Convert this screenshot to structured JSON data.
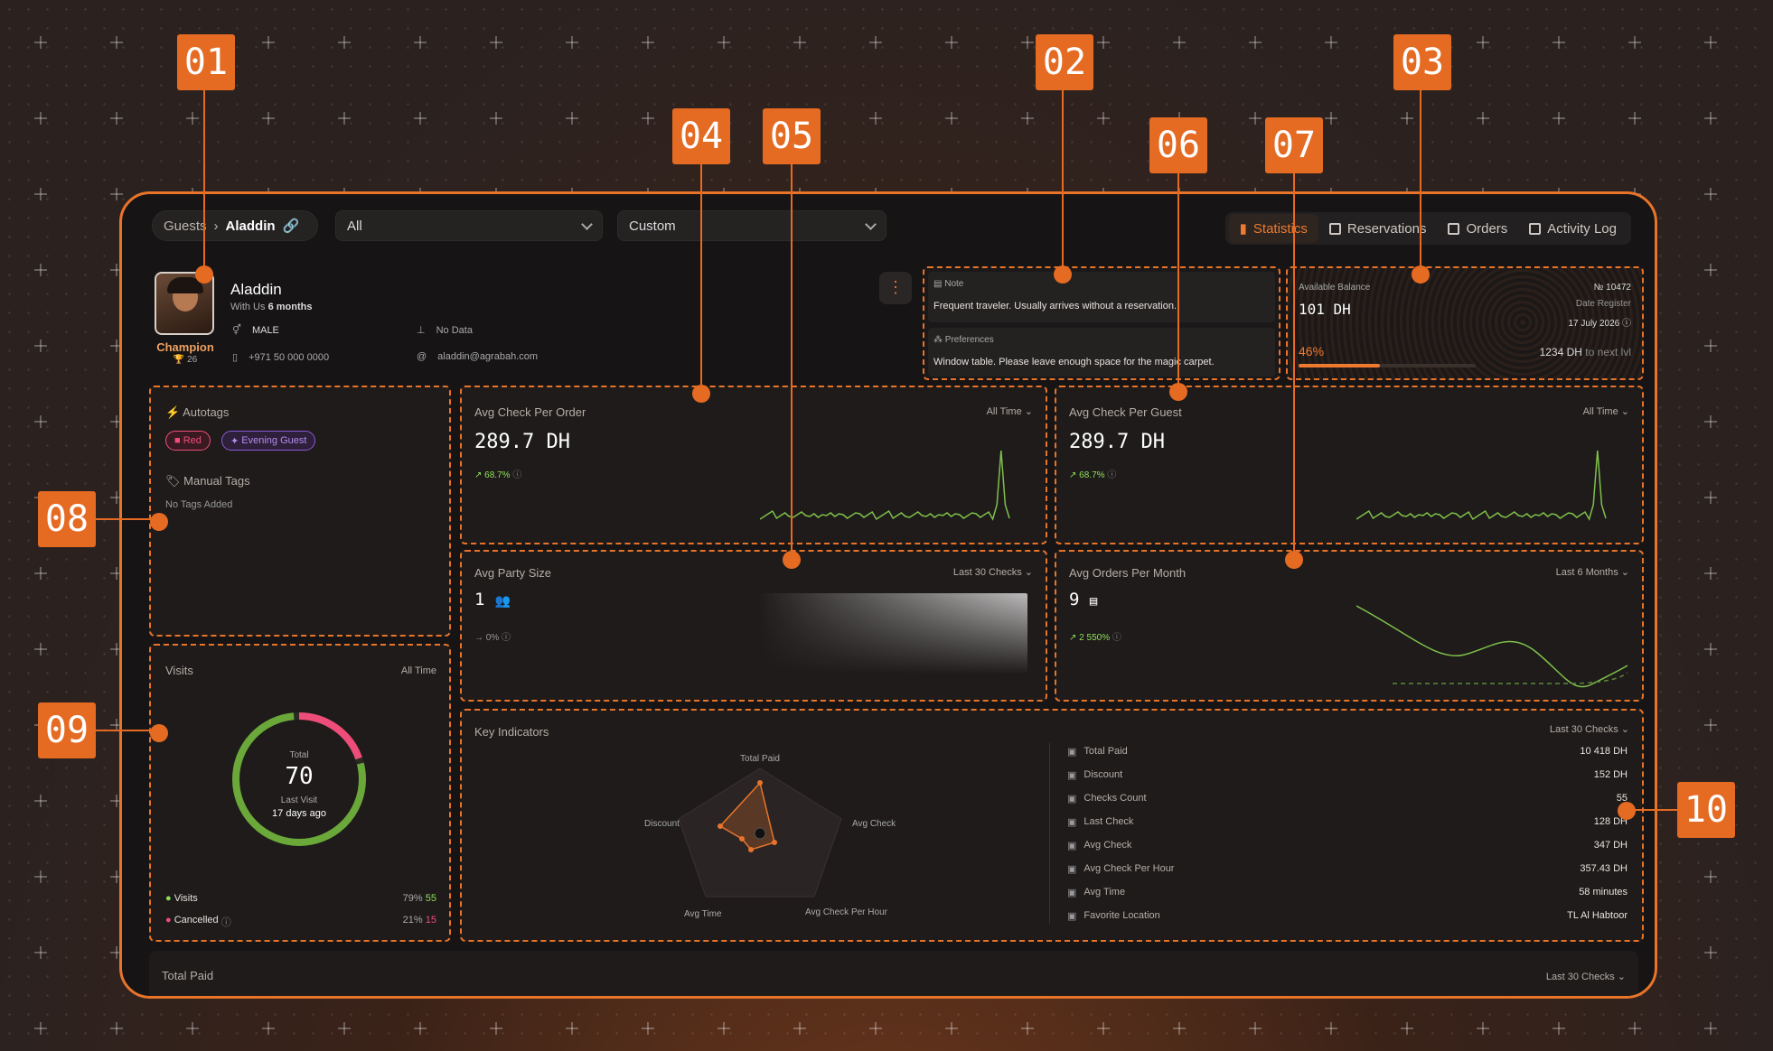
{
  "annotations": [
    "01",
    "02",
    "03",
    "04",
    "05",
    "06",
    "07",
    "08",
    "09",
    "10"
  ],
  "breadcrumb": {
    "root": "Guests",
    "current": "Aladdin"
  },
  "filters": {
    "segment": "All",
    "period": "Custom"
  },
  "tabs": [
    {
      "label": "Statistics",
      "active": true
    },
    {
      "label": "Reservations"
    },
    {
      "label": "Orders"
    },
    {
      "label": "Activity Log"
    }
  ],
  "guest": {
    "name": "Aladdin",
    "since_prefix": "With Us",
    "since_value": "6 months",
    "tier": "Champion",
    "tier_points": "26",
    "gender": "MALE",
    "phone": "+971 50 000 0000",
    "company": "No Data",
    "email": "aladdin@agrabah.com"
  },
  "note": {
    "label": "Note",
    "text": "Frequent traveler. Usually arrives without a reservation."
  },
  "preferences": {
    "label": "Preferences",
    "text": "Window table. Please leave enough space for the magic carpet."
  },
  "balance": {
    "label": "Available Balance",
    "value": "101 DH",
    "number": "№ 10472",
    "date_label": "Date Register",
    "date": "17 July 2026",
    "progress_label": "46%",
    "progress": 0.46,
    "next": "1234 DH",
    "next_suffix": "to next lvl"
  },
  "autotags": {
    "title": "Autotags",
    "tags": [
      "Red",
      "Evening Guest"
    ],
    "manual_title": "Manual Tags",
    "manual_empty": "No Tags Added"
  },
  "visits": {
    "title": "Visits",
    "period": "All Time",
    "total_label": "Total",
    "total": "70",
    "last_label": "Last Visit",
    "last": "17 days ago",
    "rows": [
      {
        "label": "Visits",
        "pct": "79%",
        "count": "55"
      },
      {
        "label": "Cancelled",
        "pct": "21%",
        "count": "15"
      }
    ],
    "visit_fraction": 0.79
  },
  "metrics": [
    {
      "title": "Avg Check Per Order",
      "period": "All Time",
      "value": "289.7 DH",
      "delta": "68.7%"
    },
    {
      "title": "Avg Check Per Guest",
      "period": "All Time",
      "value": "289.7 DH",
      "delta": "68.7%"
    },
    {
      "title": "Avg Party Size",
      "period": "Last 30 Checks",
      "value": "1",
      "delta": "0%"
    },
    {
      "title": "Avg Orders Per Month",
      "period": "Last 6 Months",
      "value": "9",
      "delta": "2 550%"
    }
  ],
  "key": {
    "title": "Key Indicators",
    "period": "Last 30 Checks",
    "radar": [
      "Total Paid",
      "Avg Check",
      "Avg Check Per Hour",
      "Avg Time",
      "Discount"
    ],
    "rows": [
      {
        "label": "Total Paid",
        "value": "10 418 DH"
      },
      {
        "label": "Discount",
        "value": "152 DH"
      },
      {
        "label": "Checks Count",
        "value": "55"
      },
      {
        "label": "Last Check",
        "value": "128 DH"
      },
      {
        "label": "Avg Check",
        "value": "347 DH"
      },
      {
        "label": "Avg Check Per Hour",
        "value": "357.43 DH"
      },
      {
        "label": "Avg Time",
        "value": "58 minutes"
      },
      {
        "label": "Favorite Location",
        "value": "TL Al Habtoor"
      }
    ]
  },
  "total_paid": {
    "title": "Total Paid",
    "period": "Last 30 Checks"
  },
  "colors": {
    "accent": "#e8742a",
    "green": "#8ee05a",
    "pink": "#ee4d7a"
  }
}
